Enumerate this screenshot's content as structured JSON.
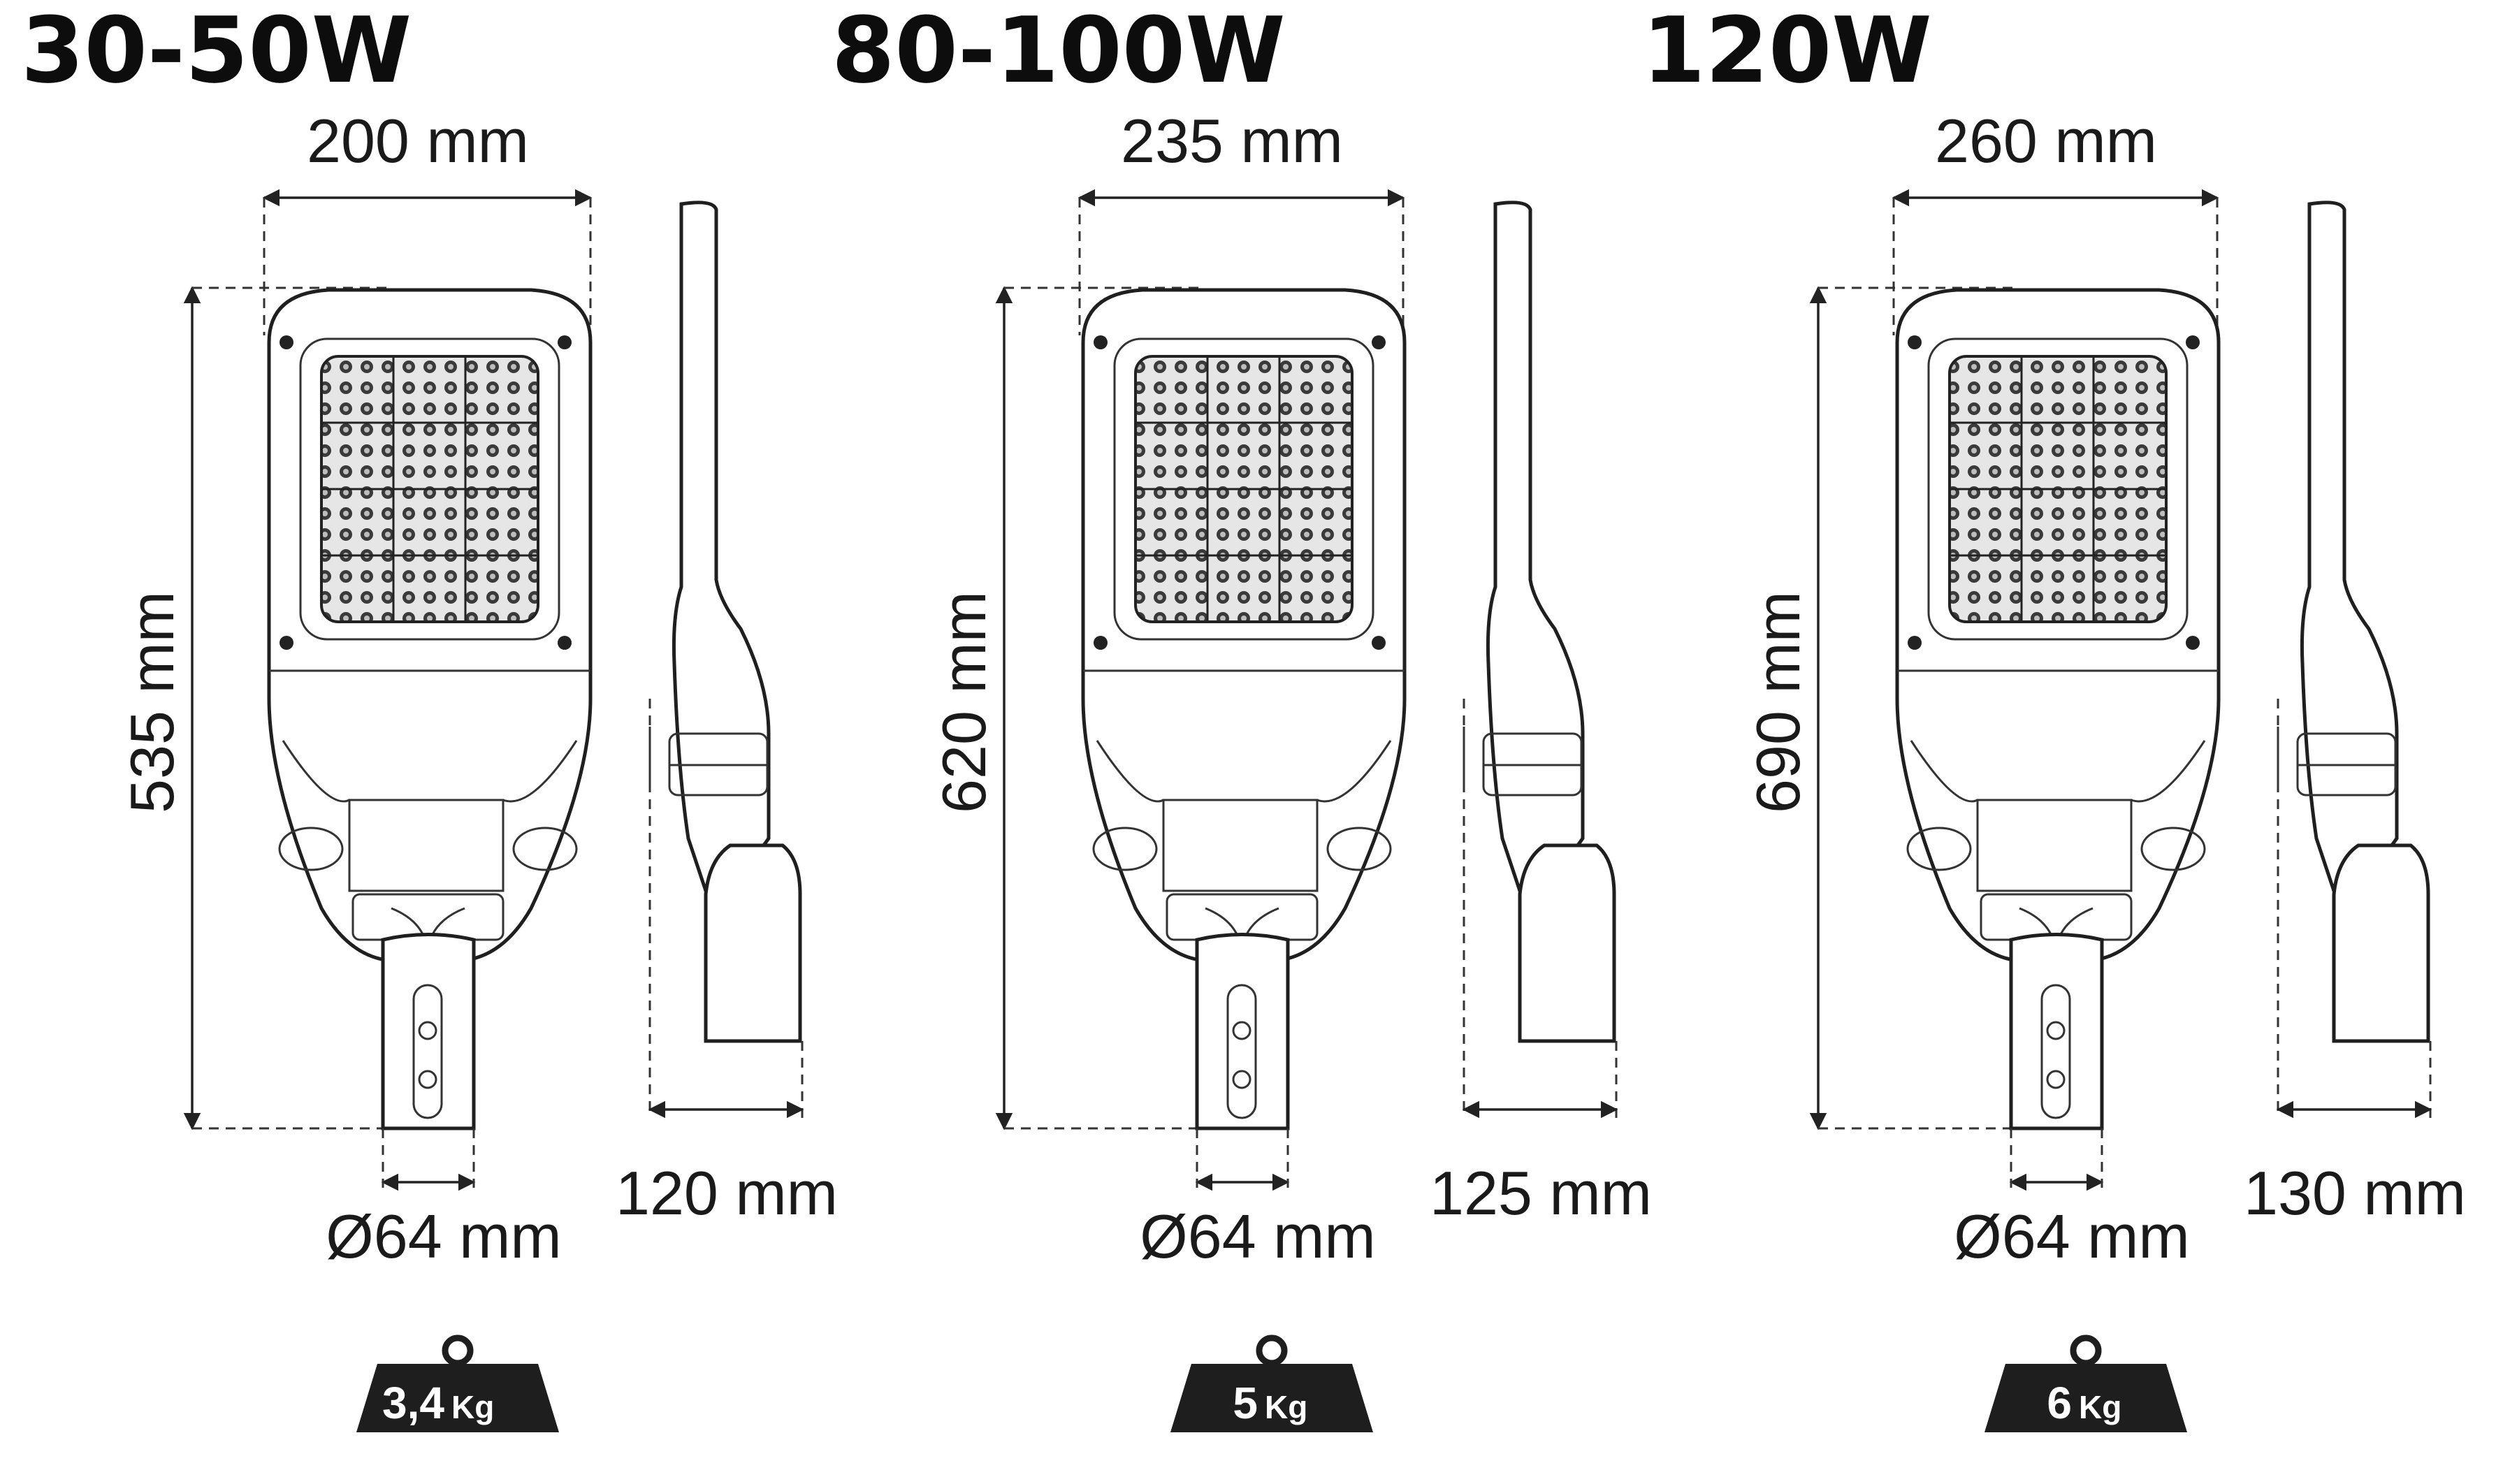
{
  "colors": {
    "ink": "#1a1a1a",
    "weight_badge": "#1e1e1e",
    "background": "#ffffff"
  },
  "variants": [
    {
      "power": "30-50W",
      "width": "200 mm",
      "height": "535 mm",
      "depth": "120 mm",
      "diameter": "Ø64 mm",
      "weight_value": "3,4",
      "weight_unit": "Kg"
    },
    {
      "power": "80-100W",
      "width": "235 mm",
      "height": "620 mm",
      "depth": "125 mm",
      "diameter": "Ø64 mm",
      "weight_value": "5",
      "weight_unit": "Kg"
    },
    {
      "power": "120W",
      "width": "260 mm",
      "height": "690 mm",
      "depth": "130 mm",
      "diameter": "Ø64 mm",
      "weight_value": "6",
      "weight_unit": "Kg"
    }
  ]
}
